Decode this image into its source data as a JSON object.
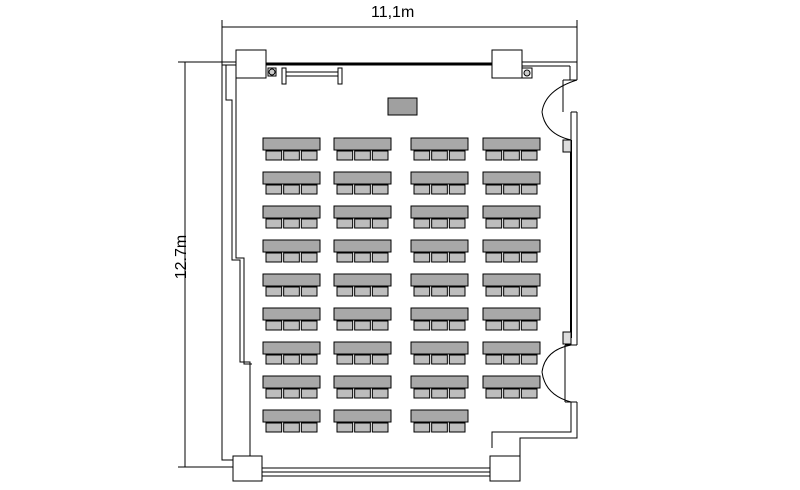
{
  "dimensions": {
    "width_label": "11,1m",
    "height_label": "12.7m"
  },
  "layout": {
    "rows_full": 8,
    "rows_last": 3,
    "columns": 4,
    "seats_per_desk": 3
  },
  "colors": {
    "desk_fill": "#a8a8a8",
    "chair_fill": "#bdbdbd",
    "line": "#000000",
    "lectern_fill": "#a0a0a0"
  }
}
